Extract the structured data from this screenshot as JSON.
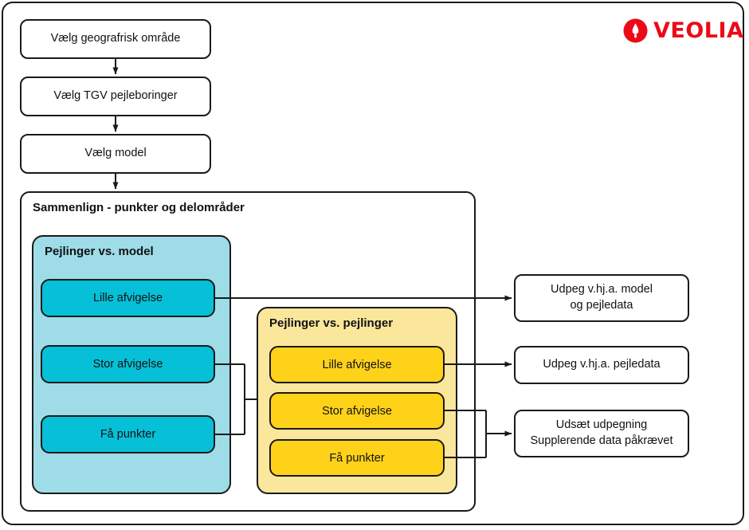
{
  "brand": {
    "name": "VEOLIA",
    "logo_icon": "veolia-droplet-icon",
    "color": "#ec0a17"
  },
  "colors": {
    "group_blue_fill": "#9edce8",
    "group_yellow_fill": "#fbe79b",
    "box_blue_fill": "#06c0d8",
    "box_yellow_fill": "#ffd21a",
    "outline": "#1a1a1a",
    "canvas": "#ffffff"
  },
  "flow": {
    "steps": [
      {
        "id": "step-1",
        "label": "Vælg geografrisk område"
      },
      {
        "id": "step-2",
        "label": "Vælg TGV pejleboringer"
      },
      {
        "id": "step-3",
        "label": "Vælg model"
      }
    ],
    "main_group": {
      "title": "Sammenlign - punkter og delområder",
      "blue_group": {
        "title": "Pejlinger vs. model",
        "items": [
          {
            "id": "blue-lille",
            "label": "Lille afvigelse"
          },
          {
            "id": "blue-stor",
            "label": "Stor afvigelse"
          },
          {
            "id": "blue-faa",
            "label": "Få punkter"
          }
        ]
      },
      "yellow_group": {
        "title": "Pejlinger vs. pejlinger",
        "items": [
          {
            "id": "yellow-lille",
            "label": "Lille afvigelse"
          },
          {
            "id": "yellow-stor",
            "label": "Stor afvigelse"
          },
          {
            "id": "yellow-faa",
            "label": "Få punkter"
          }
        ]
      }
    },
    "outcomes": [
      {
        "id": "outcome-1",
        "line1": "Udpeg v.hj.a. model",
        "line2": "og pejledata"
      },
      {
        "id": "outcome-2",
        "line1": "Udpeg v.hj.a. pejledata",
        "line2": ""
      },
      {
        "id": "outcome-3",
        "line1": "Udsæt udpegning",
        "line2": "Supplerende data påkrævet"
      }
    ]
  }
}
